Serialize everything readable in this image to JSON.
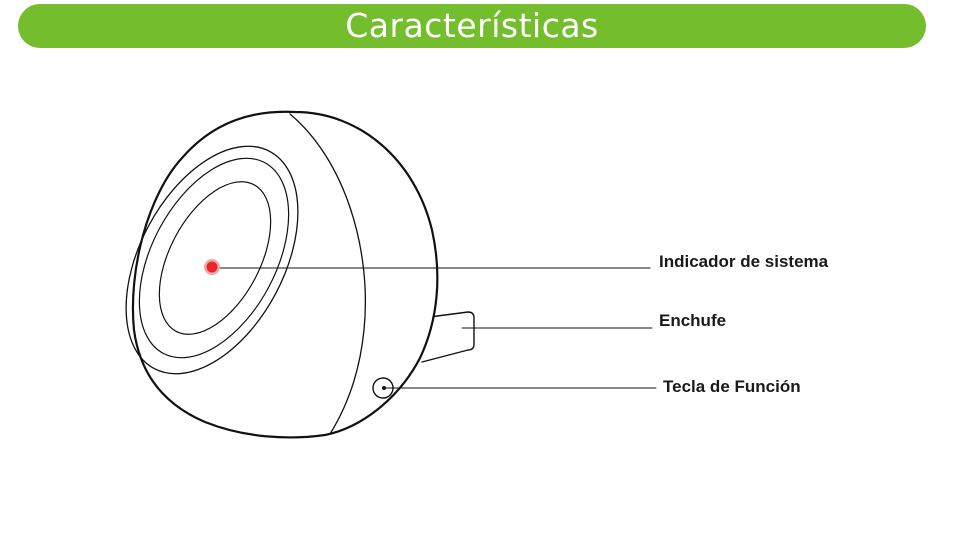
{
  "header": {
    "title": "Características"
  },
  "device": {
    "indicator_color": "#e8262b",
    "accent_color": "#74bd2c"
  },
  "callouts": {
    "indicator": "Indicador de sistema",
    "plug": "Enchufe",
    "function_key": "Tecla de Función"
  }
}
